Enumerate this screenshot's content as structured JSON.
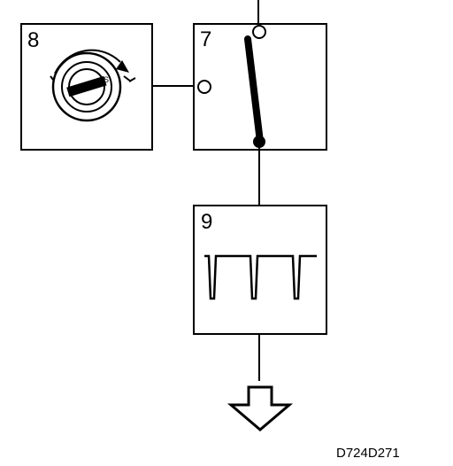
{
  "colors": {
    "ink": "#000000",
    "paper": "#ffffff"
  },
  "boxes": {
    "ignition": {
      "number": "8",
      "icon": "ignition-key-switch-icon",
      "marks": {
        "s": "S"
      }
    },
    "switch": {
      "number": "7",
      "icon": "toggle-switch-icon"
    },
    "signal": {
      "number": "9",
      "icon": "square-wave-icon"
    }
  },
  "output_arrow": {
    "icon": "down-arrow-icon"
  },
  "figure_code": "D724D271"
}
